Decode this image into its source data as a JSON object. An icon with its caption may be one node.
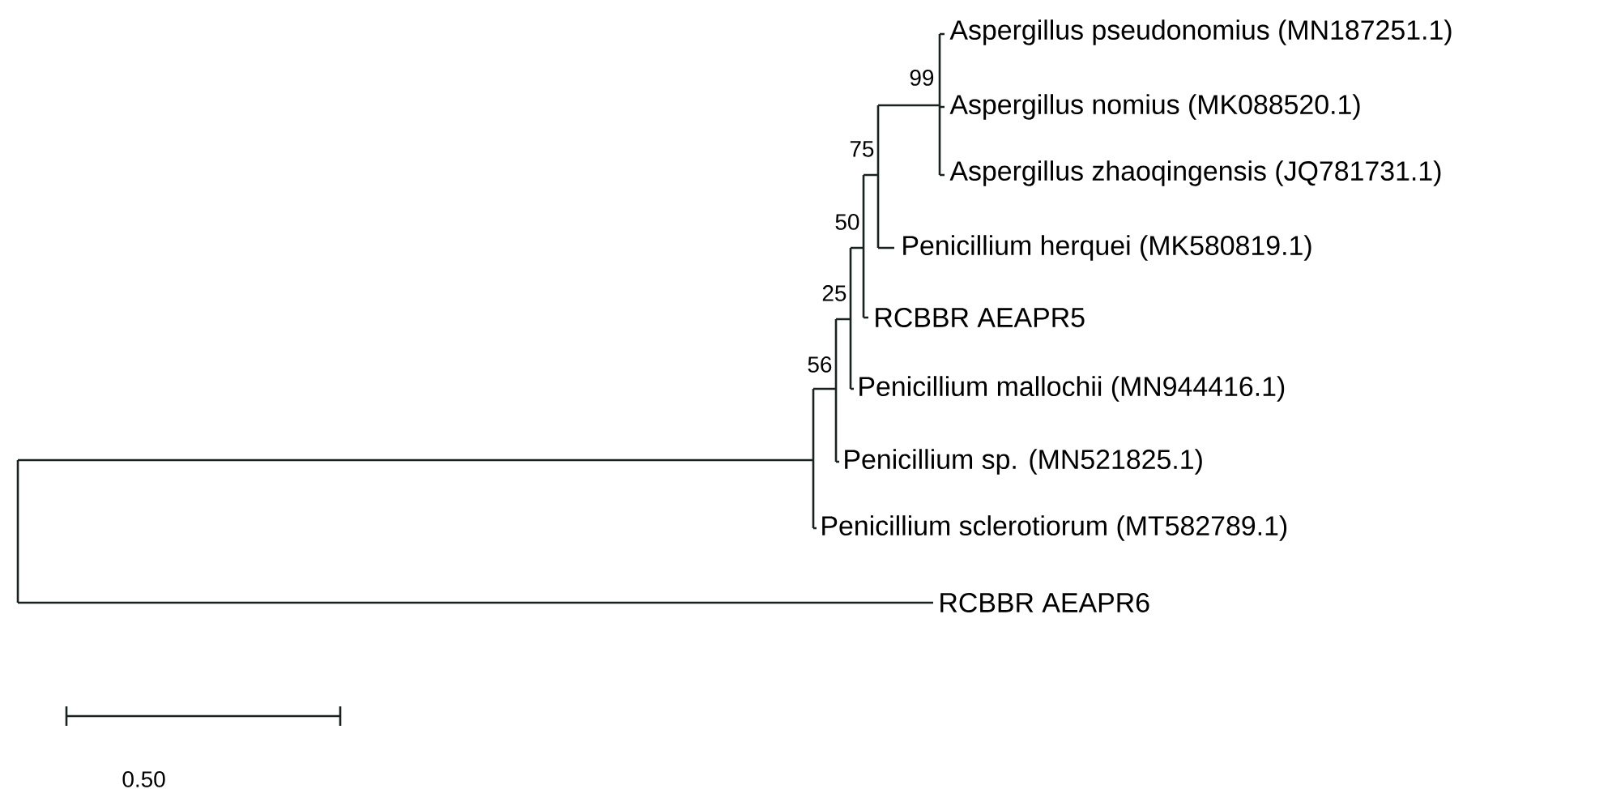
{
  "diagram": {
    "nodes": [
      {
        "text": [
          "Aspergillus pseudonomius (MN187251.1)"
        ]
      },
      {
        "text": [
          "Aspergillus nomius (MK088520.1)"
        ]
      },
      {
        "text": [
          "Aspergillus zhaoqingensis (JQ781731.1)"
        ]
      },
      {
        "text": [
          "Penicillium herquei (MK580819.1)"
        ]
      },
      {
        "text": [
          "RCBBR AEAPR5"
        ]
      },
      {
        "text": [
          "Penicillium mallochii (MN944416.1)"
        ]
      },
      {
        "text": [
          "Penicillium sp. (MN521825.1)"
        ]
      },
      {
        "text": [
          "Penicillium sclerotiorum (MT582789.1)"
        ]
      },
      {
        "text": [
          "RCBBR AEAPR6"
        ]
      }
    ],
    "labels": [
      "99",
      "75",
      "50",
      "25",
      "56",
      "0.50"
    ]
  }
}
